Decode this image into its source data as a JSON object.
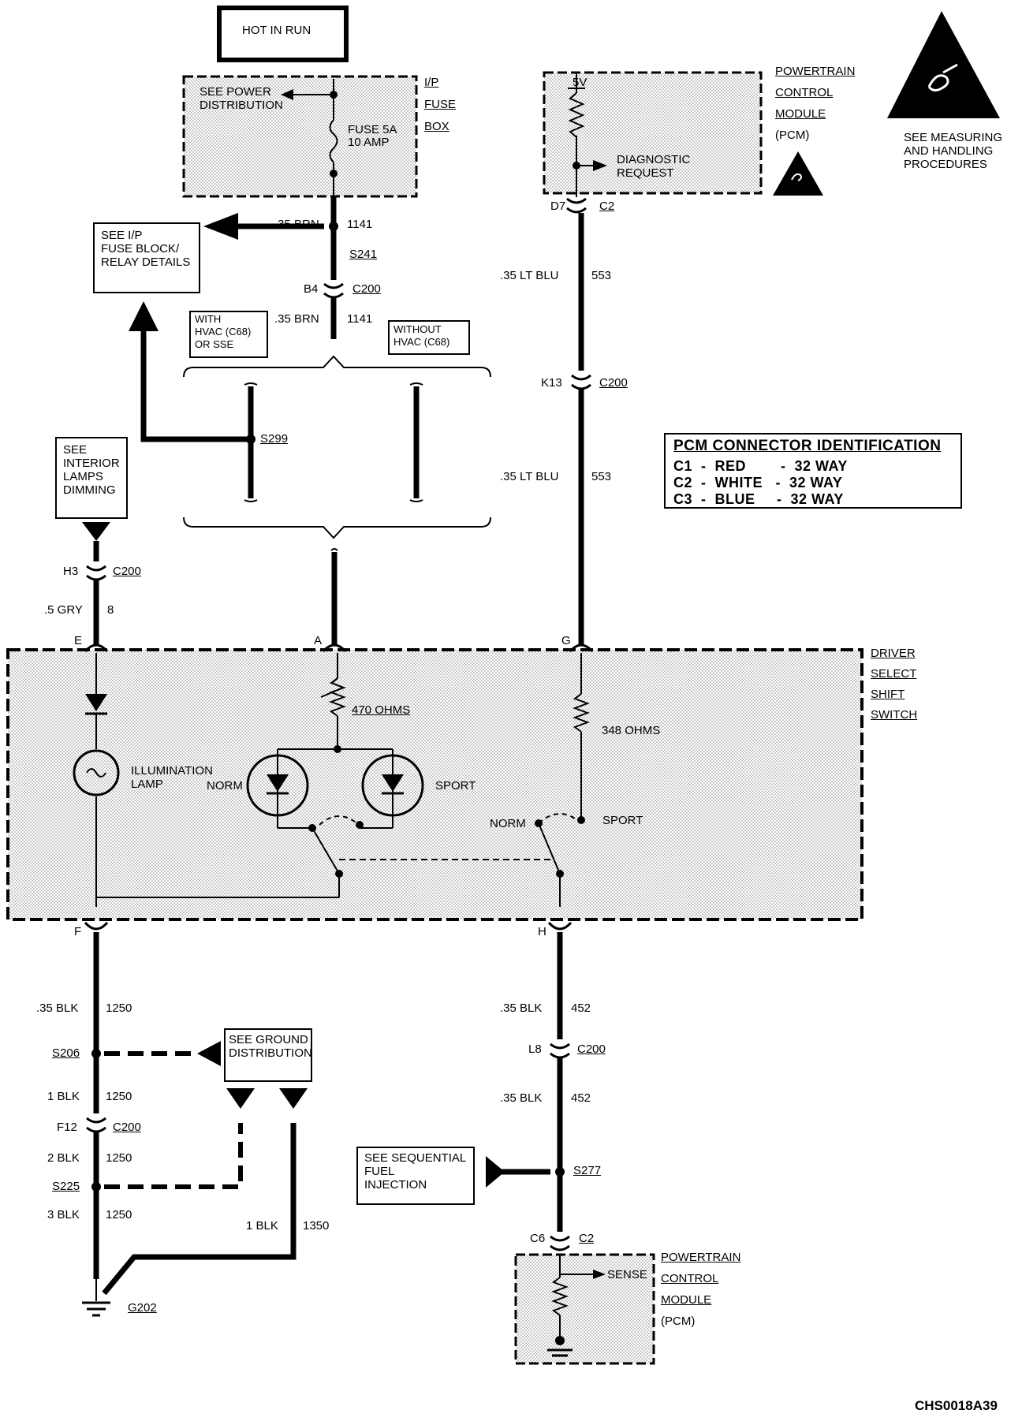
{
  "power": {
    "hot_in_run": "HOT IN RUN",
    "fuse_box_label": [
      "I/P",
      "FUSE",
      "BOX"
    ],
    "see_power_distribution": [
      "SEE POWER",
      "DISTRIBUTION"
    ],
    "fuse": [
      "FUSE 5A",
      "10 AMP"
    ]
  },
  "ip_fuse_block_note": [
    "SEE I/P",
    "FUSE BLOCK/",
    "RELAY DETAILS"
  ],
  "wires": {
    "brn_upper": [
      ".35 BRN",
      "1141"
    ],
    "brn_lower": [
      ".35 BRN",
      "1141"
    ],
    "ltblu_upper": [
      ".35 LT BLU",
      "553"
    ],
    "ltblu_lower": [
      ".35 LT BLU",
      "553"
    ],
    "gry": [
      ".5 GRY",
      "8"
    ],
    "blk_1250_a": [
      ".35 BLK",
      "1250"
    ],
    "blk_1250_b": [
      "1 BLK",
      "1250"
    ],
    "blk_1250_c": [
      "2 BLK",
      "1250"
    ],
    "blk_1250_d": [
      "3 BLK",
      "1250"
    ],
    "blk_1350": [
      "1 BLK",
      "1350"
    ],
    "blk_452_a": [
      ".35 BLK",
      "452"
    ],
    "blk_452_b": [
      ".35 BLK",
      "452"
    ]
  },
  "splices": {
    "s241": "S241",
    "s299": "S299",
    "s206": "S206",
    "s225": "S225",
    "s277": "S277",
    "g202": "G202"
  },
  "connectors": {
    "b4": "B4",
    "b4_c": "C200",
    "d7": "D7",
    "d7_c": "C2",
    "k13": "K13",
    "k13_c": "C200",
    "h3": "H3",
    "h3_c": "C200",
    "f12": "F12",
    "f12_c": "C200",
    "l8": "L8",
    "l8_c": "C200",
    "c6": "C6",
    "c6_c": "C2",
    "pin_e": "E",
    "pin_a": "A",
    "pin_g": "G",
    "pin_f": "F",
    "pin_h": "H"
  },
  "options": {
    "with_hvac": [
      "WITH",
      "HVAC (C68)",
      "OR SSE"
    ],
    "without_hvac": [
      "WITHOUT",
      "HVAC (C68)"
    ]
  },
  "interior_lamps_note": [
    "SEE",
    "INTERIOR",
    "LAMPS",
    "DIMMING"
  ],
  "pcm_top": {
    "label": [
      "POWERTRAIN",
      "CONTROL",
      "MODULE",
      "(PCM)"
    ],
    "voltage": "5V",
    "diagnostic": [
      "DIAGNOSTIC",
      "REQUEST"
    ]
  },
  "esd": {
    "note": [
      "SEE MEASURING",
      "AND HANDLING",
      "PROCEDURES"
    ]
  },
  "pcm_connector_id": {
    "title": "PCM CONNECTOR IDENTIFICATION",
    "rows": [
      "C1  -  RED        -  32 WAY",
      "C2  -  WHITE   -  32 WAY",
      "C3  -  BLUE     -  32 WAY"
    ]
  },
  "switch": {
    "label": [
      "DRIVER",
      "SELECT",
      "SHIFT",
      "SWITCH"
    ],
    "r470": "470 OHMS",
    "r348": "348 OHMS",
    "illumination": [
      "ILLUMINATION",
      "LAMP"
    ],
    "norm_led": "NORM",
    "sport_led": "SPORT",
    "norm_sw": "NORM",
    "sport_sw": "SPORT"
  },
  "ground_note": [
    "SEE GROUND",
    "DISTRIBUTION"
  ],
  "sfi_note": [
    "SEE SEQUENTIAL",
    "FUEL",
    "INJECTION"
  ],
  "pcm_bottom": {
    "label": [
      "POWERTRAIN",
      "CONTROL",
      "MODULE",
      "(PCM)"
    ],
    "sense": "SENSE"
  },
  "diagram_id": "CHS0018A39"
}
